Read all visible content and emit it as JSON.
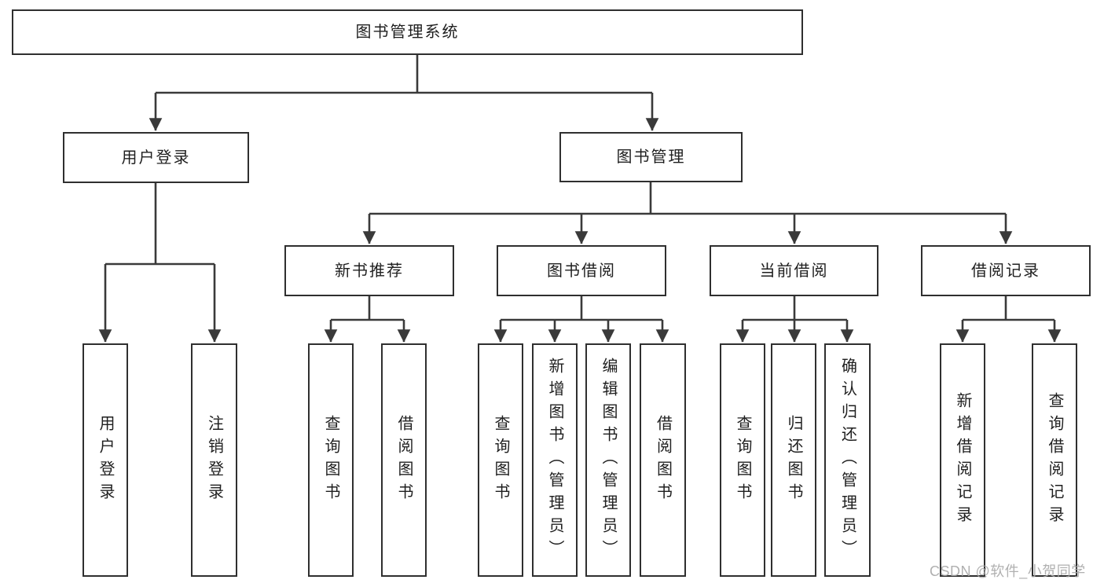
{
  "colors": {
    "line": "#3a3a3a",
    "border": "#2f2f2f",
    "text": "#1f1f1f",
    "watermark": "#a8a8a8",
    "background": "#ffffff"
  },
  "tree": {
    "label": "图书管理系统",
    "children": [
      {
        "label": "用户登录",
        "children": [
          {
            "label": "用户登录"
          },
          {
            "label": "注销登录"
          }
        ]
      },
      {
        "label": "图书管理",
        "children": [
          {
            "label": "新书推荐",
            "children": [
              {
                "label": "查询图书"
              },
              {
                "label": "借阅图书"
              }
            ]
          },
          {
            "label": "图书借阅",
            "children": [
              {
                "label": "查询图书"
              },
              {
                "label": "新增图书（管理员）"
              },
              {
                "label": "编辑图书（管理员）"
              },
              {
                "label": "借阅图书"
              }
            ]
          },
          {
            "label": "当前借阅",
            "children": [
              {
                "label": "查询图书"
              },
              {
                "label": "归还图书"
              },
              {
                "label": "确认归还（管理员）"
              }
            ]
          },
          {
            "label": "借阅记录",
            "children": [
              {
                "label": "新增借阅记录"
              },
              {
                "label": "查询借阅记录"
              }
            ]
          }
        ]
      }
    ]
  },
  "watermark": {
    "text": "CSDN @软件_小贺同学"
  }
}
